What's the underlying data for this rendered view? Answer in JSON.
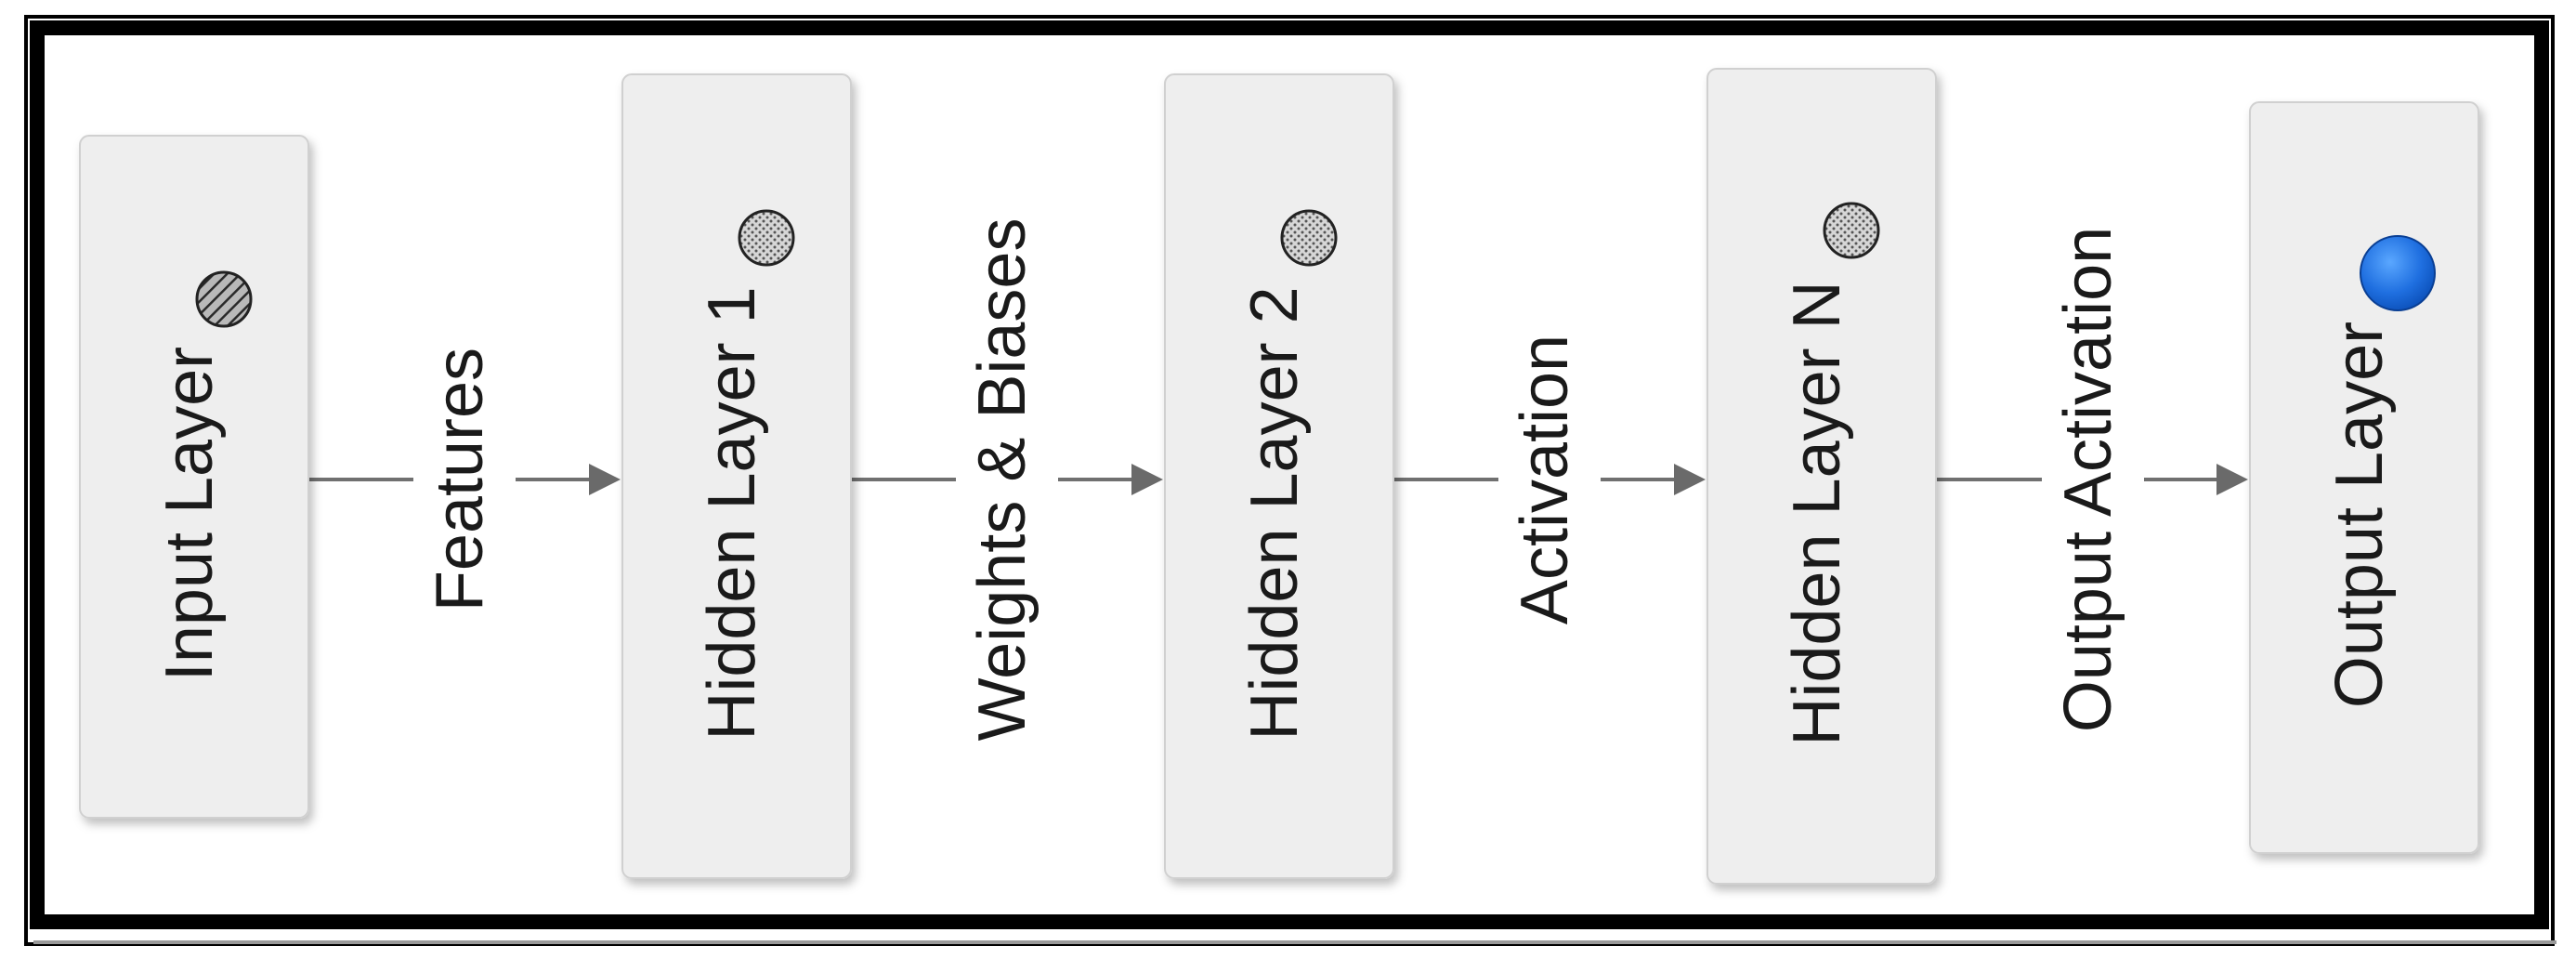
{
  "diagram": {
    "nodes": [
      {
        "id": "input",
        "label": "Input Layer",
        "marker": "hatched-dot"
      },
      {
        "id": "hidden1",
        "label": "Hidden Layer 1",
        "marker": "dotted-dot"
      },
      {
        "id": "hidden2",
        "label": "Hidden Layer 2",
        "marker": "dotted-dot"
      },
      {
        "id": "hiddenN",
        "label": "Hidden Layer N",
        "marker": "dotted-dot"
      },
      {
        "id": "output",
        "label": "Output Layer",
        "marker": "blue-dot"
      }
    ],
    "edges": [
      {
        "from": "input",
        "to": "hidden1",
        "label": "Features"
      },
      {
        "from": "hidden1",
        "to": "hidden2",
        "label": "Weights & Biases"
      },
      {
        "from": "hidden2",
        "to": "hiddenN",
        "label": "Activation"
      },
      {
        "from": "hiddenN",
        "to": "output",
        "label": "Output Activation"
      }
    ],
    "colors": {
      "node_fill": "#eeeeee",
      "node_stroke": "#d0d0d0",
      "edge": "#707070",
      "frame": "#000000",
      "output_dot": "#1f6fe0"
    }
  }
}
